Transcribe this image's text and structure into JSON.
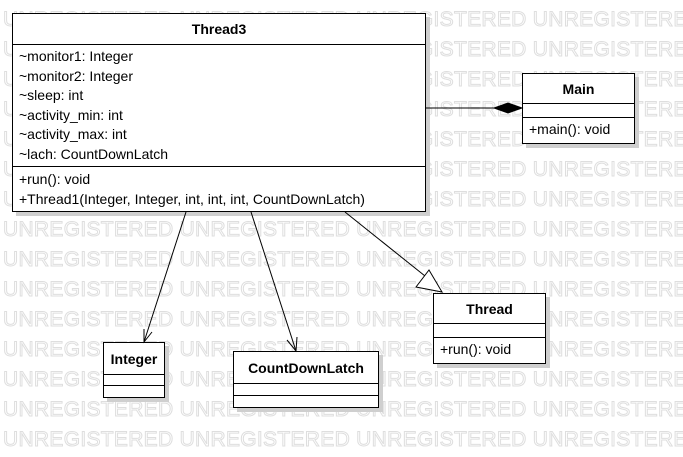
{
  "watermark": {
    "text": "UNREGISTERED UNREGISTERED UNREGISTERED UNREGISTERED UNREGISTERED"
  },
  "classes": {
    "thread3": {
      "name": "Thread3",
      "attributes": [
        "~monitor1: Integer",
        "~monitor2: Integer",
        "~sleep: int",
        "~activity_min: int",
        "~activity_max: int",
        "~lach: CountDownLatch"
      ],
      "operations": [
        "+run(): void",
        "+Thread1(Integer, Integer, int, int, int, CountDownLatch)"
      ]
    },
    "main": {
      "name": "Main",
      "operations": [
        "+main(): void"
      ]
    },
    "thread": {
      "name": "Thread",
      "operations": [
        "+run(): void"
      ]
    },
    "integer": {
      "name": "Integer"
    },
    "countdownlatch": {
      "name": "CountDownLatch"
    }
  },
  "relationships": [
    {
      "type": "composition",
      "from": "Main",
      "to": "Thread3"
    },
    {
      "type": "generalization",
      "from": "Thread3",
      "to": "Thread"
    },
    {
      "type": "association",
      "from": "Thread3",
      "to": "Integer"
    },
    {
      "type": "association",
      "from": "Thread3",
      "to": "CountDownLatch"
    }
  ]
}
